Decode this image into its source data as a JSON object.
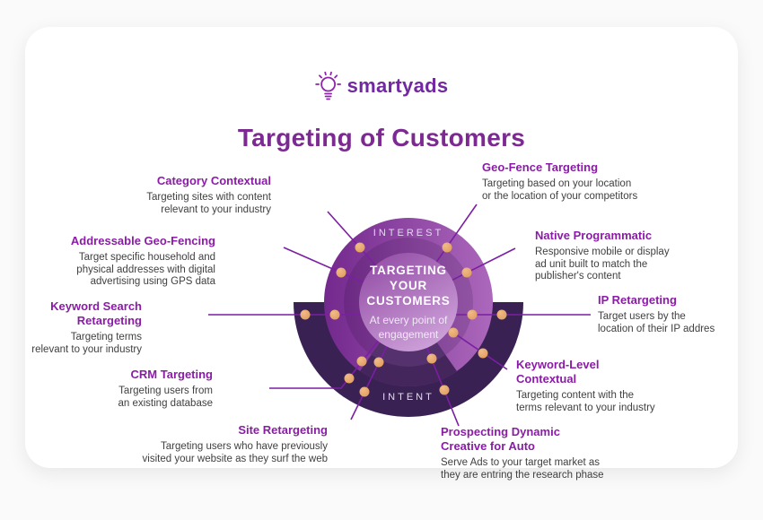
{
  "logo": {
    "text": "smartyads",
    "icon": "lightbulb-icon"
  },
  "title": "Targeting of Customers",
  "center": {
    "heading": "TARGETING\nYOUR\nCUSTOMERS",
    "subheading": "At every point of\nengagement",
    "top_ring_label": "INTEREST",
    "bottom_ring_label": "INTENT"
  },
  "items": [
    {
      "id": "category-contextual",
      "title": "Category Contextual",
      "desc": "Targeting sites with content\nrelevant to your industry"
    },
    {
      "id": "geo-fence-targeting",
      "title": "Geo-Fence Targeting",
      "desc": "Targeting based on your location\nor the location of your competitors"
    },
    {
      "id": "addressable-geo-fencing",
      "title": "Addressable Geo-Fencing",
      "desc": "Target specific household and\nphysical addresses with digital\nadvertising using GPS data"
    },
    {
      "id": "native-programmatic",
      "title": "Native Programmatic",
      "desc": "Responsive mobile or display\nad unit built to match the\npublisher's content"
    },
    {
      "id": "keyword-search-retargeting",
      "title": "Keyword Search\nRetargeting",
      "desc": "Targeting terms\nrelevant to your industry"
    },
    {
      "id": "ip-retargeting",
      "title": "IP Retargeting",
      "desc": "Target users by the\nlocation of their IP addres"
    },
    {
      "id": "crm-targeting",
      "title": "CRM Targeting",
      "desc": "Targeting users from\nan existing database"
    },
    {
      "id": "keyword-level-contextual",
      "title": "Keyword-Level\nContextual",
      "desc": "Targeting content with the\nterms relevant to your industry"
    },
    {
      "id": "site-retargeting",
      "title": "Site Retargeting",
      "desc": "Targeting users who have previously\nvisited your website as they surf the web"
    },
    {
      "id": "prospecting-dynamic-creative",
      "title": "Prospecting Dynamic\nCreative for Auto",
      "desc": "Serve Ads to your target market as\nthey are entring the research phase"
    }
  ],
  "colors": {
    "accent_purple": "#7B1FA2",
    "title_purple": "#7C2A91",
    "heading_purple": "#8A1CA6",
    "body_text": "#404040",
    "band_dark": "#3A2153",
    "band_mid": "#44265C",
    "band_inner": "#55316D",
    "circle_gradient_start": "#73288D",
    "circle_gradient_end": "#AC68BC",
    "inner_gradient_start": "#8F47A2",
    "inner_gradient_end": "#CB9ED7",
    "dot_orange": "#E2A063",
    "ring_label_color": "#E4D9EF"
  }
}
